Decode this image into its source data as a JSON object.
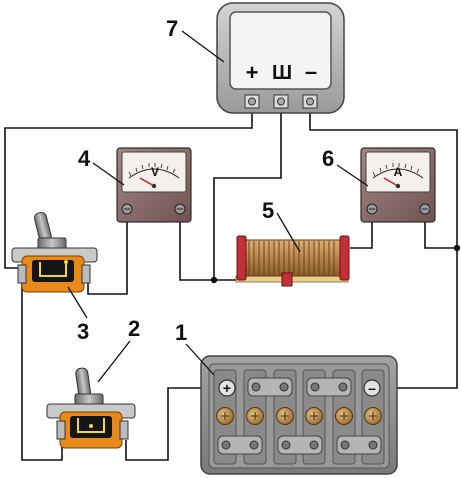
{
  "callouts": {
    "battery": "1",
    "switch_2": "2",
    "switch_3": "3",
    "voltmeter": "4",
    "resistor": "5",
    "ammeter": "6",
    "regulator": "7"
  },
  "regulator": {
    "terminals": [
      "+",
      "Ш",
      "–"
    ]
  },
  "voltmeter": {
    "letter": "V"
  },
  "ammeter": {
    "letter": "A"
  },
  "battery": {
    "plus": "+",
    "minus": "–"
  },
  "colors": {
    "meter_body": "#8a6e6b",
    "switch_orange": "#e8891a",
    "resistor_core": "#c8955a",
    "resistor_cap": "#c4303a",
    "battery_body": "#8d8d8d",
    "brass": "#c49a55",
    "regulator_body": "#b5b5b5"
  }
}
